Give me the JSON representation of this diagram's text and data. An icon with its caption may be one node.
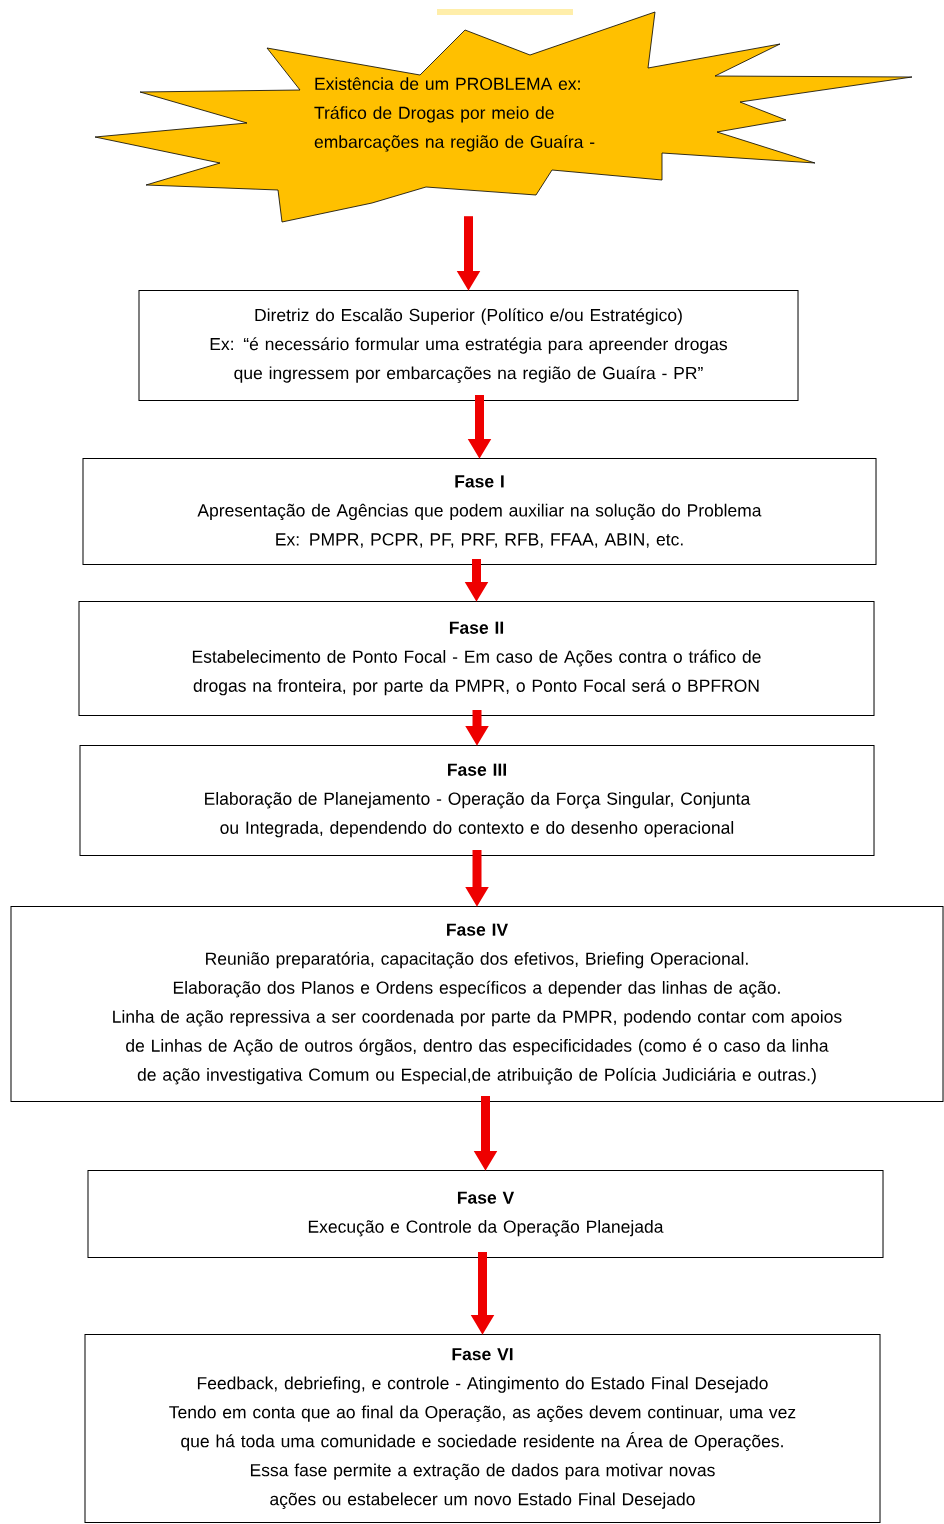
{
  "diagram": {
    "nodes": [
      {
        "text": [
          "Existência de um PROBLEMA ex: Tráfico de Drogas por meio de embarcações na região de Guaíra -"
        ]
      },
      {
        "text": [
          "Diretriz do Escalão Superior (Político e/ou Estratégico)",
          "Ex: “é necessário formular uma estratégia para apreender drogas que ingressem por embarcações na região de Guaíra - PR”"
        ]
      },
      {
        "text": [
          "Fase I",
          "Apresentação de Agências que podem auxiliar na solução do Problema",
          "Ex: PMPR, PCPR, PF, PRF, RFB, FFAA, ABIN, etc."
        ]
      },
      {
        "text": [
          "Fase II",
          "Estabelecimento de Ponto Focal - Em caso de Ações contra o tráfico de drogas na fronteira, por parte da PMPR, o Ponto Focal será o BPFRON"
        ]
      },
      {
        "text": [
          "Fase III",
          "Elaboração de Planejamento - Operação da Força Singular, Conjunta ou Integrada, dependendo do contexto e do desenho operacional"
        ]
      },
      {
        "text": [
          "Fase IV",
          "Reunião preparatória, capacitação dos efetivos, Briefing Operacional. Elaboração dos Planos e Ordens específicos a depender das linhas de ação.",
          "Linha de ação repressiva a ser coordenada por parte da PMPR, podendo contar com apoios de Linhas de Ação de outros órgãos, dentro das especificidades (como é o caso da linha de ação investigativa Comum ou Especial,de atribuição de Polícia Judiciária e outras.)"
        ]
      },
      {
        "text": [
          "Fase V",
          "Execução e Controle da Operação Planejada"
        ]
      },
      {
        "text": [
          "Fase VI",
          "Feedback, debriefing, e controle - Atingimento do Estado Final Desejado",
          "Tendo em conta que ao final da Operação, as ações devem continuar, uma vez que há toda uma comunidade e sociedade residente na Área de Operações.",
          "Essa fase permite a extração de dados para motivar novas ações ou estabelecer um novo Estado Final Desejado"
        ]
      }
    ],
    "edges": [
      {
        "from": 0,
        "to": 1,
        "arrow": "to"
      },
      {
        "from": 1,
        "to": 2,
        "arrow": "to"
      },
      {
        "from": 2,
        "to": 3,
        "arrow": "to"
      },
      {
        "from": 3,
        "to": 4,
        "arrow": "to"
      },
      {
        "from": 4,
        "to": 5,
        "arrow": "to"
      },
      {
        "from": 5,
        "to": 6,
        "arrow": "to"
      },
      {
        "from": 6,
        "to": 7,
        "arrow": "to"
      }
    ]
  }
}
